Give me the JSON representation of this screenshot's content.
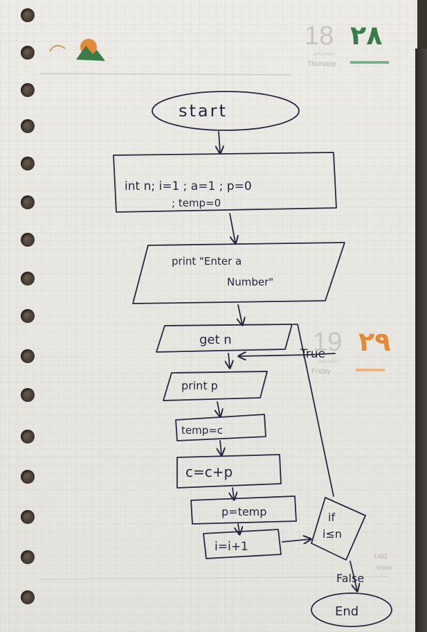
{
  "planner": {
    "top_day_number": "18",
    "top_month": "JANUARY",
    "top_weekday": "Thursday",
    "top_persian_number": "۲۸",
    "mid_day_number": "19",
    "mid_month": "JANUARY",
    "mid_weekday": "Friday",
    "mid_persian_number": "۲۹",
    "bottom_year": "1402",
    "bottom_season": "Winter"
  },
  "flowchart": {
    "start": "start",
    "init_line1": "int n; i=1 ; a=1 ; p=0",
    "init_line2": "; temp=0",
    "print_prompt_line1": "print \"Enter a",
    "print_prompt_line2": "Number\"",
    "get_n": "get n",
    "print_p": "print p",
    "temp_assign": "temp=c",
    "c_assign": "c=c+p",
    "p_assign": "p=temp",
    "i_increment": "i=i+1",
    "decision_line1": "if",
    "decision_line2": "i≤n",
    "true_label": "True",
    "false_label": "False",
    "end": "End"
  },
  "colors": {
    "ink": "#2a2440",
    "paper": "#e8e6e1",
    "planner_green": "#3d7a4a",
    "planner_orange": "#e08a3a"
  }
}
